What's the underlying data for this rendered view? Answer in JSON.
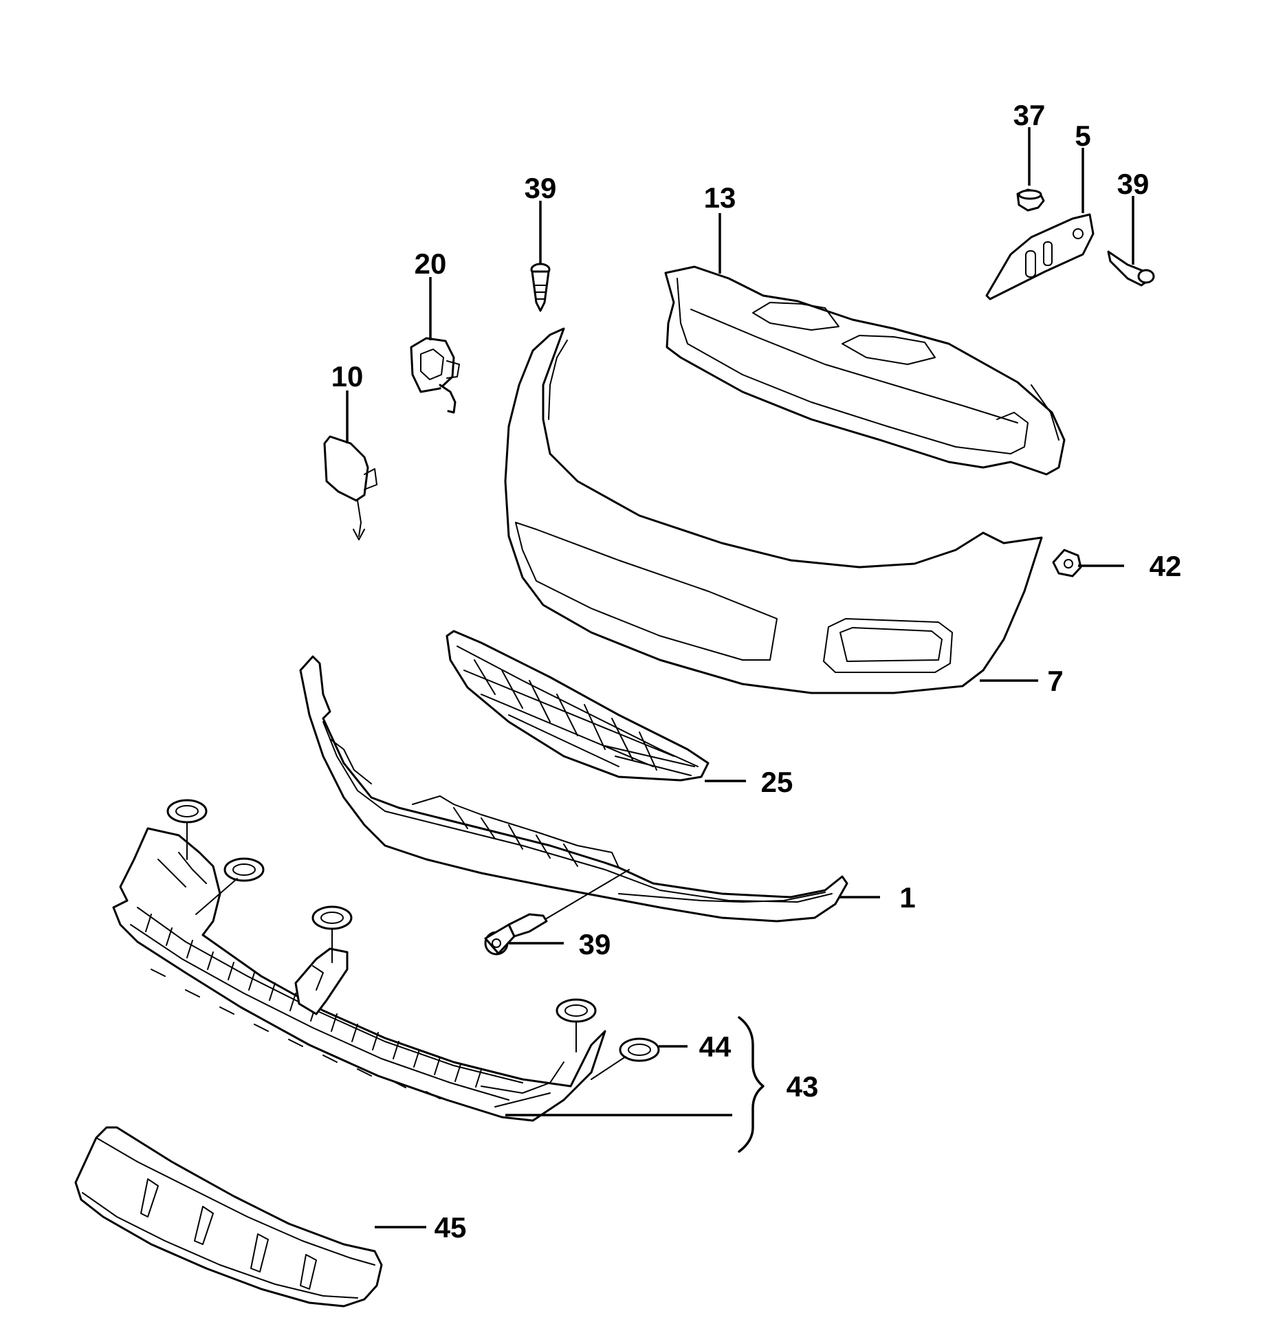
{
  "colors": {
    "line": "#000000",
    "background": "#ffffff"
  },
  "callouts": {
    "c37": "37",
    "c5": "5",
    "c39_top_right": "39",
    "c13": "13",
    "c39_top": "39",
    "c20": "20",
    "c10": "10",
    "c42": "42",
    "c7": "7",
    "c25": "25",
    "c1": "1",
    "c39_bottom": "39",
    "c44": "44",
    "c43": "43",
    "c45": "45"
  }
}
